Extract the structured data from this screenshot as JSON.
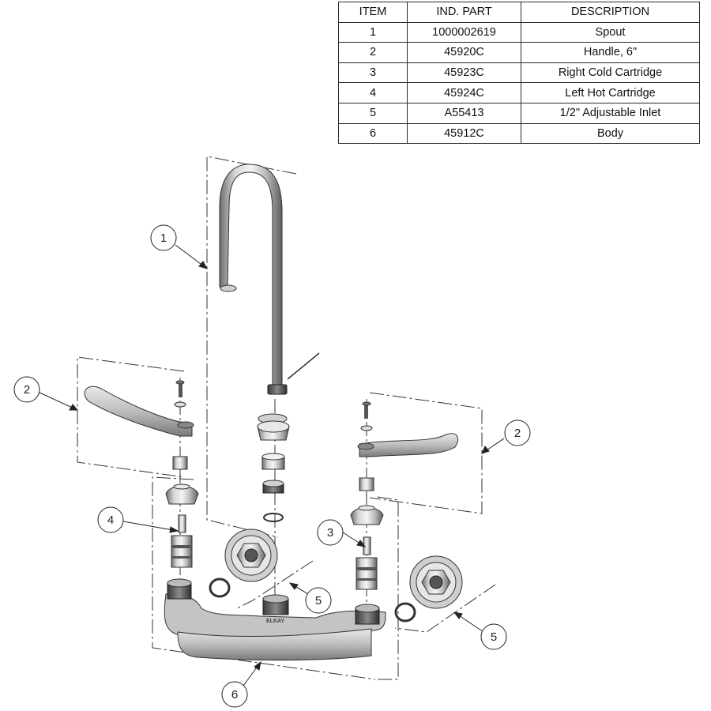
{
  "table": {
    "headers": [
      "ITEM",
      "IND. PART",
      "DESCRIPTION"
    ],
    "rows": [
      {
        "item": "1",
        "part": "1000002619",
        "description": "Spout"
      },
      {
        "item": "2",
        "part": "45920C",
        "description": "Handle, 6\""
      },
      {
        "item": "3",
        "part": "45923C",
        "description": "Right Cold Cartridge"
      },
      {
        "item": "4",
        "part": "45924C",
        "description": "Left Hot Cartridge"
      },
      {
        "item": "5",
        "part": "A55413",
        "description": "1/2\" Adjustable Inlet"
      },
      {
        "item": "6",
        "part": "45912C",
        "description": "Body"
      }
    ]
  },
  "callouts": {
    "spout": "1",
    "handle_left": "2",
    "handle_right": "2",
    "cartridge_right": "3",
    "cartridge_left": "4",
    "inlet_center": "5",
    "inlet_right": "5",
    "body": "6"
  },
  "body_logo": "ELKAY"
}
